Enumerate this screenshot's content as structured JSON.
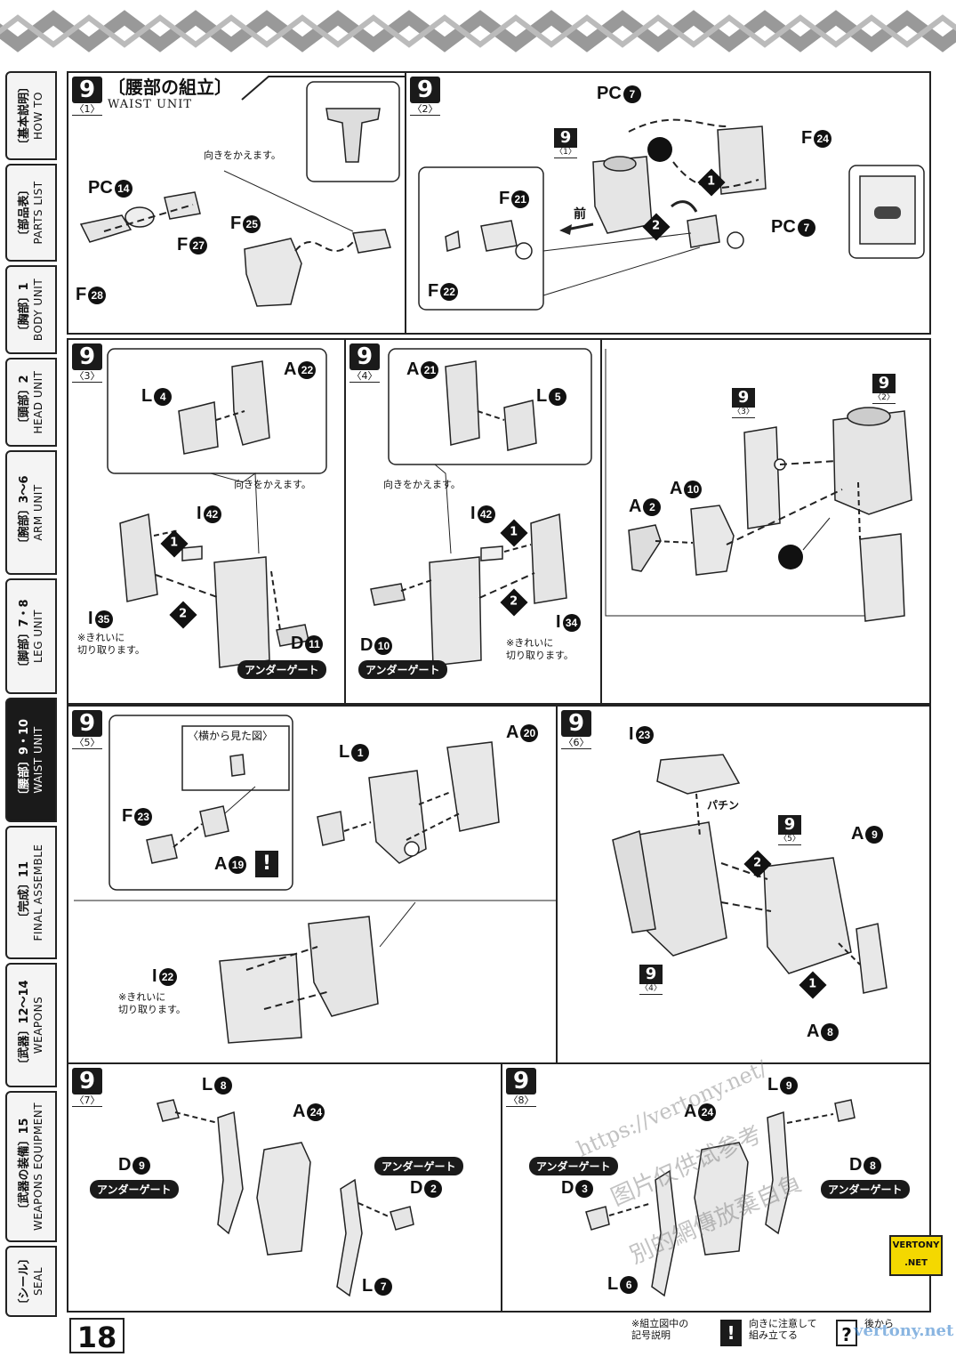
{
  "sidebar": {
    "tabs": [
      {
        "jp": "〔基本説明〕",
        "en": "HOW TO"
      },
      {
        "jp": "〔部品表〕",
        "en": "PARTS LIST"
      },
      {
        "jp": "〔胸部〕1",
        "en": "BODY UNIT"
      },
      {
        "jp": "〔頭部〕2",
        "en": "HEAD UNIT"
      },
      {
        "jp": "〔腕部〕3〜6",
        "en": "ARM UNIT"
      },
      {
        "jp": "〔脚部〕7・8",
        "en": "LEG UNIT"
      },
      {
        "jp": "〔腰部〕9・10",
        "en": "WAIST UNIT"
      },
      {
        "jp": "〔完成〕11",
        "en": "FINAL ASSEMBLE"
      },
      {
        "jp": "〔武器〕12〜14",
        "en": "WEAPONS"
      },
      {
        "jp": "〔武器の装備〕15",
        "en": "WEAPONS EQUIPMENT"
      },
      {
        "jp": "〔シール〕",
        "en": "SEAL"
      }
    ]
  },
  "section": {
    "title_jp": "〔腰部の組立〕",
    "title_en": "WAIST UNIT"
  },
  "panels": {
    "p1": {
      "step": "9",
      "sub": "〈1〉",
      "note": "向きをかえます。",
      "labels": {
        "pc": "PC",
        "pc_n": "14",
        "f27": "F",
        "f27_n": "27",
        "f28": "F",
        "f28_n": "28",
        "f25": "F",
        "f25_n": "25"
      }
    },
    "p2": {
      "step": "9",
      "sub": "〈2〉",
      "front": "前",
      "labels": {
        "pc7a": "PC",
        "pc7a_n": "7",
        "pc7b": "PC",
        "pc7b_n": "7",
        "f24": "F",
        "f24_n": "24",
        "f21": "F",
        "f21_n": "21",
        "f22": "F",
        "f22_n": "22"
      },
      "ref": {
        "n": "9",
        "s": "〈1〉"
      },
      "steps": [
        "1",
        "2"
      ]
    },
    "p3": {
      "step": "9",
      "sub": "〈3〉",
      "note": "向きをかえます。",
      "cut_note_1": "※きれいに",
      "cut_note_2": "切り取ります。",
      "undergate": "アンダーゲート",
      "labels": {
        "l4": "L",
        "l4_n": "4",
        "a22": "A",
        "a22_n": "22",
        "i42": "I",
        "i42_n": "42",
        "i35": "I",
        "i35_n": "35",
        "d11": "D",
        "d11_n": "11"
      },
      "steps": [
        "1",
        "2"
      ]
    },
    "p4": {
      "step": "9",
      "sub": "〈4〉",
      "note": "向きをかえます。",
      "cut_note_1": "※きれいに",
      "cut_note_2": "切り取ります。",
      "undergate": "アンダーゲート",
      "labels": {
        "a21": "A",
        "a21_n": "21",
        "l5": "L",
        "l5_n": "5",
        "i42": "I",
        "i42_n": "42",
        "i34": "I",
        "i34_n": "34",
        "d10": "D",
        "d10_n": "10"
      },
      "steps": [
        "1",
        "2"
      ]
    },
    "p4b": {
      "labels": {
        "a10": "A",
        "a10_n": "10",
        "a2": "A",
        "a2_n": "2"
      },
      "ref1": {
        "n": "9",
        "s": "〈3〉"
      },
      "ref2": {
        "n": "9",
        "s": "〈2〉"
      }
    },
    "p5": {
      "step": "9",
      "sub": "〈5〉",
      "side_view": "〈横から見た図〉",
      "cut_note_1": "※きれいに",
      "cut_note_2": "切り取ります。",
      "labels": {
        "f23": "F",
        "f23_n": "23",
        "a19": "A",
        "a19_n": "19",
        "l1": "L",
        "l1_n": "1",
        "a20": "A",
        "a20_n": "20",
        "i22": "I",
        "i22_n": "22"
      }
    },
    "p6": {
      "step": "9",
      "sub": "〈6〉",
      "snap": "パチン",
      "labels": {
        "i23": "I",
        "i23_n": "23",
        "a9": "A",
        "a9_n": "9",
        "a8": "A",
        "a8_n": "8"
      },
      "ref1": {
        "n": "9",
        "s": "〈5〉"
      },
      "ref2": {
        "n": "9",
        "s": "〈4〉"
      },
      "steps": [
        "1",
        "2"
      ]
    },
    "p7": {
      "step": "9",
      "sub": "〈7〉",
      "undergate_a": "アンダーゲート",
      "undergate_b": "アンダーゲート",
      "labels": {
        "l8": "L",
        "l8_n": "8",
        "a24": "A",
        "a24_n": "24",
        "d9": "D",
        "d9_n": "9",
        "d2": "D",
        "d2_n": "2",
        "l7": "L",
        "l7_n": "7"
      }
    },
    "p8": {
      "step": "9",
      "sub": "〈8〉",
      "undergate_a": "アンダーゲート",
      "undergate_b": "アンダーゲート",
      "labels": {
        "l9": "L",
        "l9_n": "9",
        "a24": "A",
        "a24_n": "24",
        "d3": "D",
        "d3_n": "3",
        "d8": "D",
        "d8_n": "8",
        "l6": "L",
        "l6_n": "6"
      }
    }
  },
  "footer": {
    "page_number": "18",
    "legend_title_1": "※組立図中の",
    "legend_title_2": "記号説明",
    "legend_item_1a": "向きに注意して",
    "legend_item_1b": "組み立てる",
    "legend_item_2": "後から"
  },
  "watermarks": {
    "url": "https://vertony.net/",
    "text_cn_1": "图片仅供试参考",
    "text_cn_2": "別的網傳放棄自負",
    "badge_1": "VERTONY",
    "badge_2": ".NET",
    "footer_url": "vertony.net"
  }
}
